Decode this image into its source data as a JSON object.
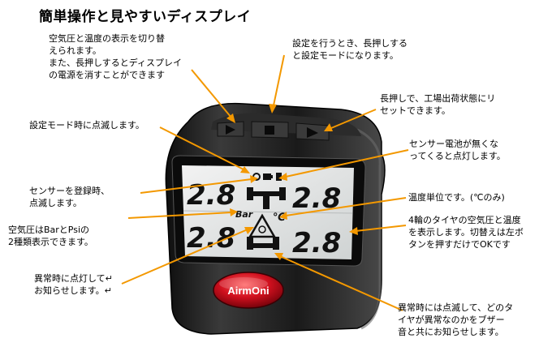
{
  "title": "簡単操作と見やすいディスプレイ",
  "callouts": {
    "toggle_display": "空気圧と温度の表示を切り替\nえられます。\nまた、長押しするとディスプレイ\nの電源を消すことができます",
    "settings": "設定を行うとき、長押しする\nと設定モードになります。",
    "factory_reset": "長押しで、工場出荷状態にリ\nセットできます。",
    "setting_mode_blink": "設定モード時に点滅します。",
    "battery_low": "センサー電池が無くな\nってくると点灯します。",
    "sensor_register": "センサーを登録時、\n点滅します。",
    "temp_unit": "温度単位です。(℃のみ)",
    "pressure_units": "空気圧はBarとPsiの\n2種類表示できます。",
    "four_wheel": "4輪のタイヤの空気圧と温度\nを表示します。切替えは左ボ\nタンを押すだけでOKです",
    "alert_light": "異常時に点灯して↵\nお知らせします。↵",
    "alert_blink": "異常時には点滅して、どのタ\nイヤが異常なのかをブザー\n音と共にお知らせします。"
  },
  "display": {
    "front_left": "2.8",
    "front_right": "2.8",
    "rear_left": "2.8",
    "rear_right": "2.8",
    "unit": "Bar",
    "temp_unit": "℃"
  },
  "device": {
    "brand": "AirmOni"
  },
  "colors": {
    "arrow": "#f39800",
    "body": "#1c1c1c",
    "button": "#c8102e"
  }
}
